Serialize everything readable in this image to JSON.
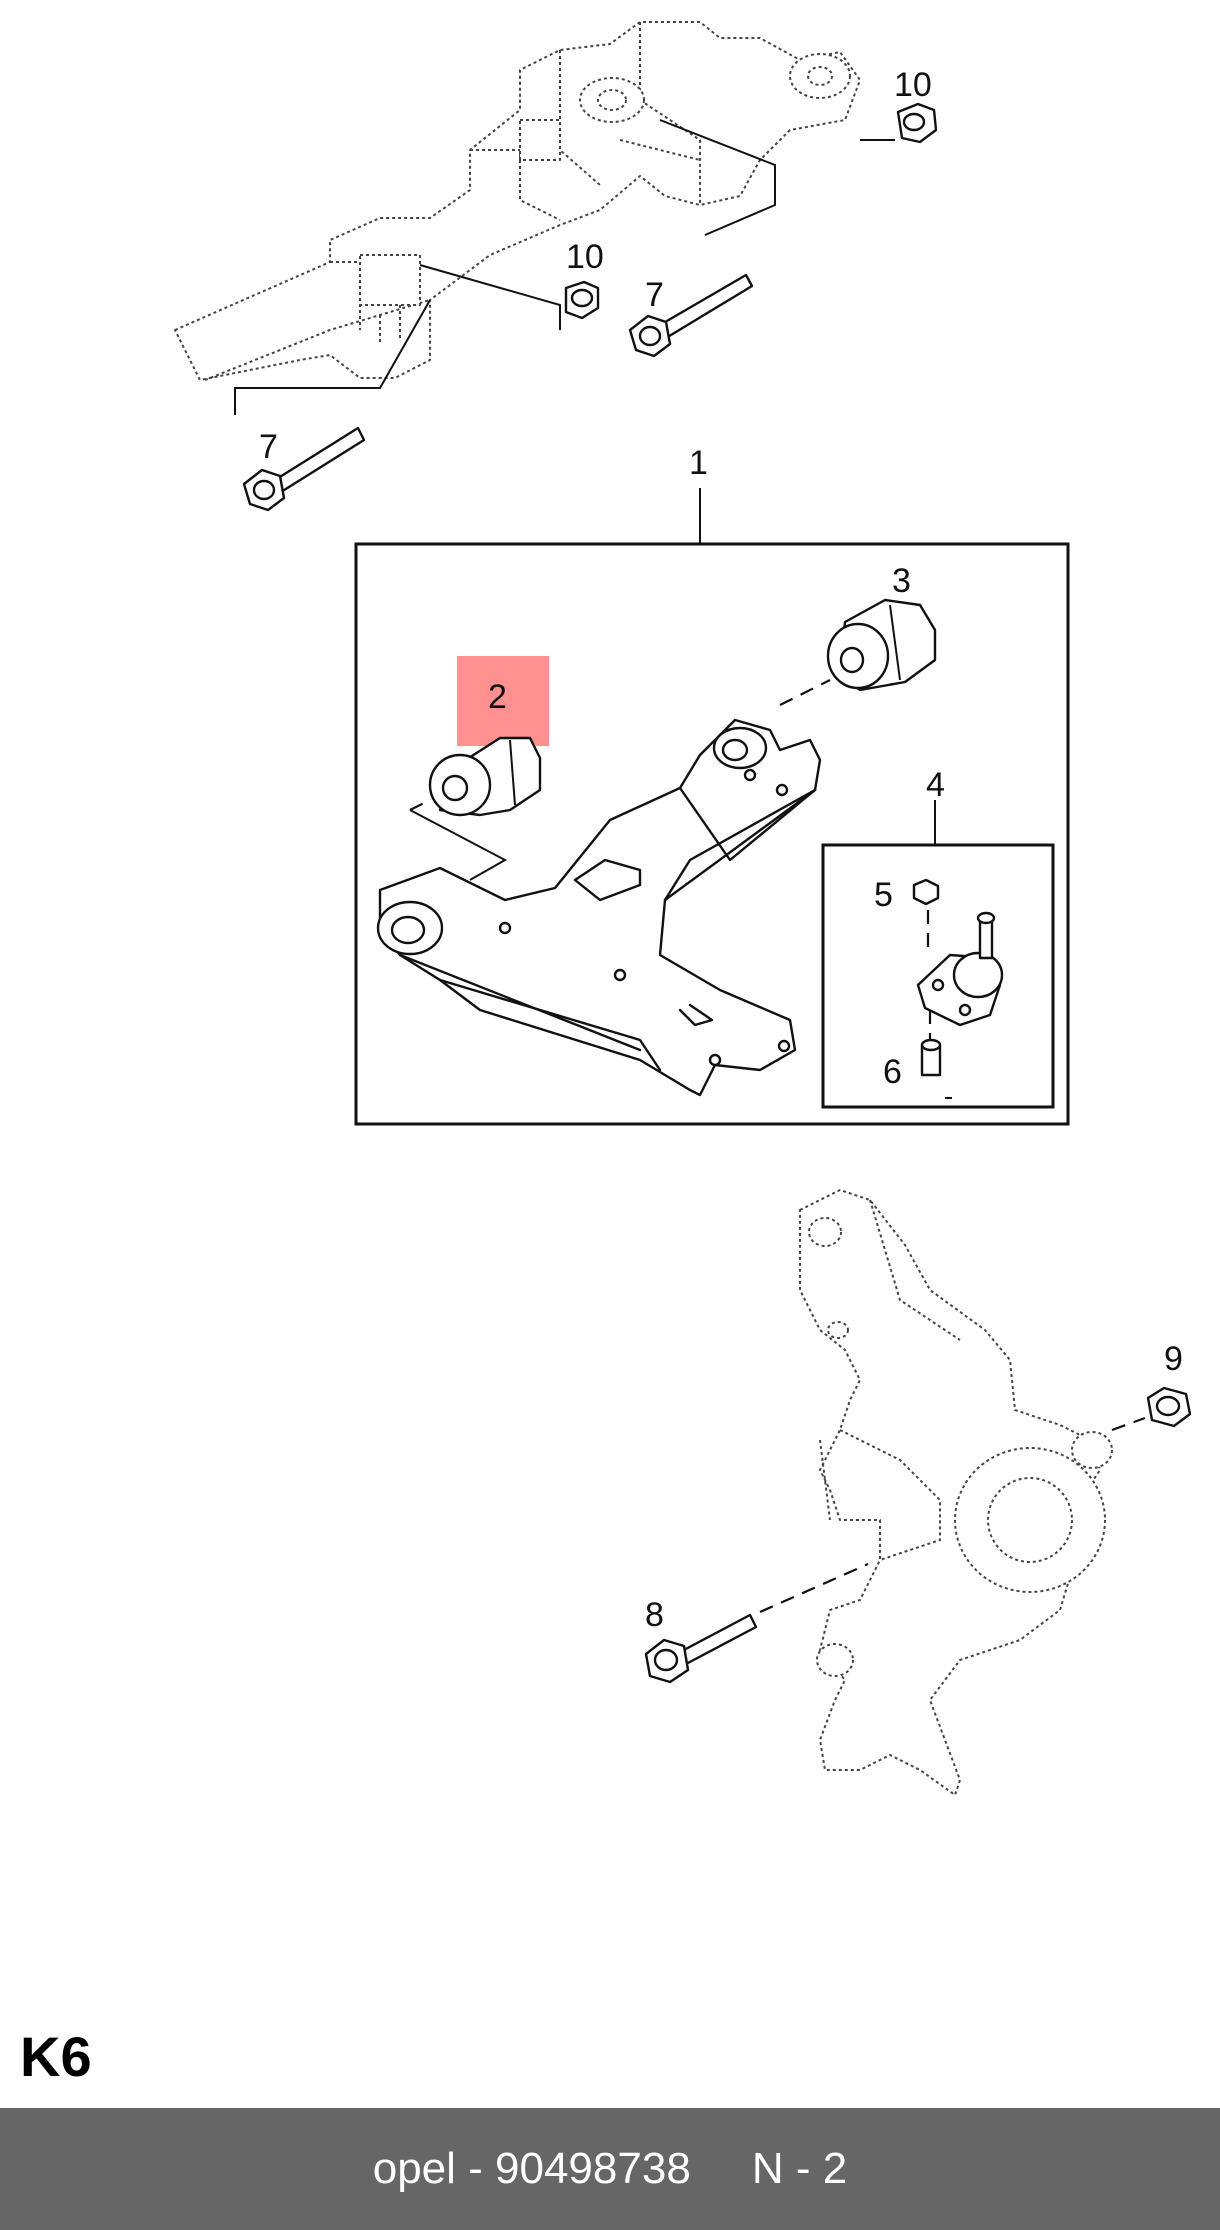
{
  "diagram": {
    "callouts": {
      "c1": "1",
      "c2": "2",
      "c3": "3",
      "c4": "4",
      "c5": "5",
      "c6": "6",
      "c7a": "7",
      "c7b": "7",
      "c8": "8",
      "c9": "9",
      "c10a": "10",
      "c10b": "10"
    },
    "highlight": {
      "item": "2",
      "color": "#ff6b6b"
    }
  },
  "section_code": "K6",
  "footer": {
    "text": "opel - 90498738     N - 2",
    "background": "#666666"
  }
}
